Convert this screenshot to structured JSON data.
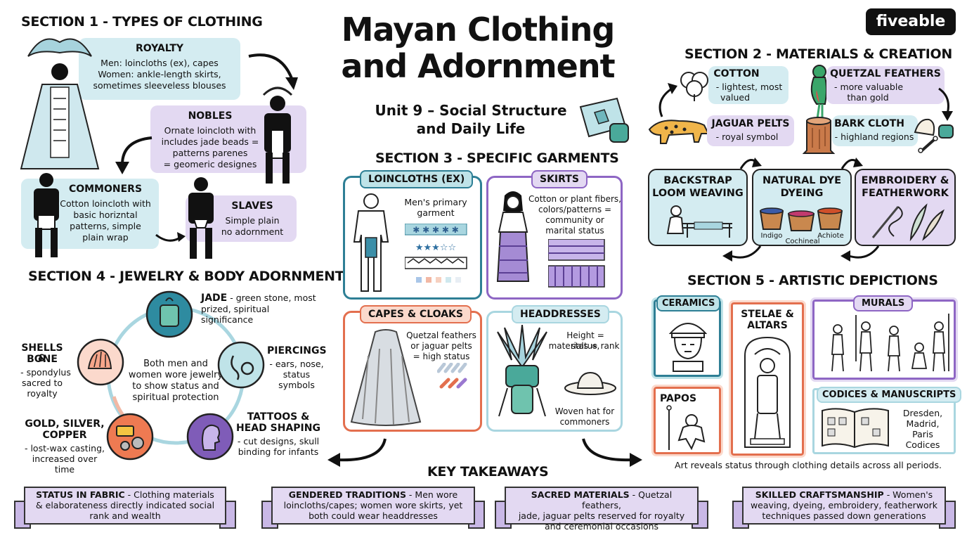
{
  "title_line1": "Mayan Clothing",
  "title_line2": "and Adornment",
  "subtitle_line1": "Unit 9 – Social Structure",
  "subtitle_line2": "and Daily Life",
  "logo": "fiveable",
  "section1": {
    "title": "SECTION 1 - TYPES OF CLOTHING",
    "royalty": {
      "name": "ROYALTY",
      "l1": "Men: loincloths (ex), capes",
      "l2": "Women: ankle-length skirts,",
      "l3": "sometimes sleeveless blouses"
    },
    "nobles": {
      "name": "NOBLES",
      "l1": "Ornate loincloth with",
      "l2": "includes jade beads =",
      "l3": "patterns parenes",
      "l4": "= geomeric designes"
    },
    "commoners": {
      "name": "COMMONERS",
      "l1": "Cotton loincloth with",
      "l2": "basic horizntal",
      "l3": "patterns, simple",
      "l4": "plain wrap"
    },
    "slaves": {
      "name": "SLAVES",
      "l1": "Simple plain",
      "l2": "no adornment"
    }
  },
  "section2": {
    "title": "SECTION 2 - MATERIALS & CREATION",
    "cotton": {
      "name": "COTTON",
      "l1": "- lightest, most",
      "l2": "valued"
    },
    "quetzal": {
      "name": "QUETZAL FEATHERS",
      "l1": "- more valuable",
      "l2": "than gold"
    },
    "jaguar": {
      "name": "JAGUAR PELTS",
      "l1": "- royal symbol"
    },
    "bark": {
      "name": "BARK CLOTH",
      "l1": "- highland regions"
    },
    "loom": {
      "l1": "BACKSTRAP",
      "l2": "LOOM WEAVING"
    },
    "dye": {
      "l1": "NATURAL DYE",
      "l2": "DYEING",
      "indigo": "Indigo",
      "cochineal": "Cochineal",
      "achiote": "Achiote"
    },
    "embroidery": {
      "l1": "EMBROIDERY &",
      "l2": "FEATHERWORK"
    }
  },
  "section3": {
    "title": "SECTION 3 - SPECIFIC GARMENTS",
    "loincloths": {
      "name": "LOINCLOTHS (EX)",
      "l1": "Men's primary",
      "l2": "garment"
    },
    "skirts": {
      "name": "SKIRTS",
      "l1": "Cotton or plant fibers,",
      "l2": "colors/patterns =",
      "l3": "community or",
      "l4": "marital status"
    },
    "capes": {
      "name": "CAPES & CLOAKS",
      "l1": "Quetzal feathers",
      "l2": "or jaguar pelts",
      "l3": "= high status"
    },
    "headdresses": {
      "name": "HEADDRESSES",
      "l1": "Height = status,",
      "l2": "materials = rank",
      "l3": "Woven hat for",
      "l4": "commoners"
    }
  },
  "section4": {
    "title": "SECTION 4 - JEWELRY & BODY ADORNMENT",
    "center": {
      "l1": "Both men and",
      "l2": "women wore jewelry",
      "l3": "to show status and",
      "l4": "spiritual protection"
    },
    "jade": {
      "name": "JADE",
      "l1": " - green stone, most",
      "l2": "prized, spiritual significance"
    },
    "piercings": {
      "name": "PIERCINGS",
      "l1": "- ears, nose,",
      "l2": "status",
      "l3": "symbols"
    },
    "tattoos": {
      "name1": "TATTOOS &",
      "name2": "HEAD SHAPING",
      "l1": "- cut designs, skull",
      "l2": "binding for infants"
    },
    "gold": {
      "name1": "GOLD, SILVER,",
      "name2": "COPPER",
      "l1": "- lost-wax casting,",
      "l2": "increased over time"
    },
    "shells": {
      "name1": "SHELLS &",
      "name2": "BONE",
      "l1": "- spondylus",
      "l2": "sacred to",
      "l3": "royalty"
    }
  },
  "section5": {
    "title": "SECTION 5 - ARTISTIC DEPICTIONS",
    "ceramics": "CERAMICS",
    "stelae1": "STELAE &",
    "stelae2": "ALTARS",
    "murals": "MURALS",
    "papos": "PAPOS",
    "codices": "CODICES & MANUSCRIPTS",
    "codices_l1": "Dresden,",
    "codices_l2": "Madrid,",
    "codices_l3": "Paris",
    "codices_l4": "Codices",
    "caption": "Art reveals status through clothing details across all periods."
  },
  "takeaways": {
    "title": "KEY TAKEAWAYS",
    "items": [
      {
        "head": "STATUS IN FABRIC",
        "l1": " - Clothing materials",
        "l2": "& elaborateness directly indicated social",
        "l3": "rank and wealth"
      },
      {
        "head": "GENDERED TRADITIONS",
        "l1": " - Men wore",
        "l2": "loincloths/capes; women wore skirts, yet",
        "l3": "both could wear headdresses"
      },
      {
        "head": "SACRED MATERIALS",
        "l1": " - Quetzal feathers,",
        "l2": "jade, jaguar pelts reserved for royalty",
        "l3": "and ceremonial occasions"
      },
      {
        "head": "SKILLED CRAFTSMANSHIP",
        "l1": " - Women's",
        "l2": "weaving, dyeing, embroidery, featherwork",
        "l3": "techniques passed down generations"
      }
    ]
  },
  "colors": {
    "blue": "#d4ecf1",
    "purple": "#e3d9f2",
    "teal_border": "#2e7f95",
    "purple_border": "#8e66c4",
    "orange_border": "#e36f4e",
    "jade": "#2b8f80"
  }
}
